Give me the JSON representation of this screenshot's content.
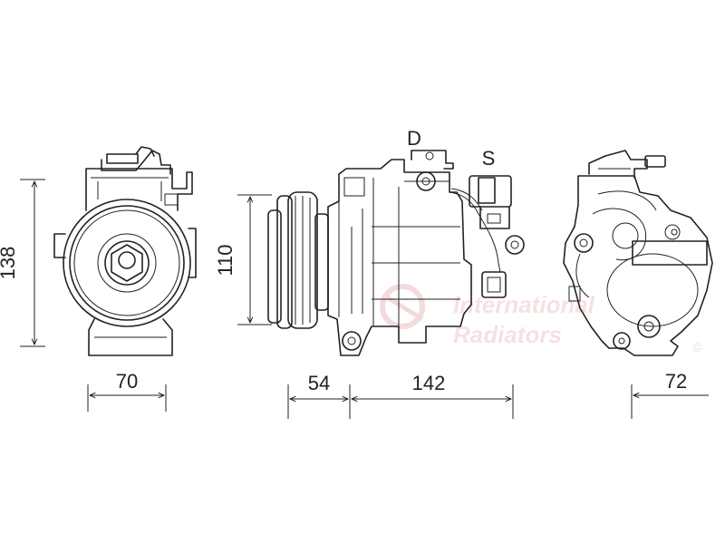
{
  "dimensions": {
    "front_height": "138",
    "front_width": "70",
    "side_height": "110",
    "pulley_length": "54",
    "body_length": "142",
    "rear_width": "72"
  },
  "ports": {
    "discharge": "D",
    "suction": "S"
  },
  "watermark": {
    "line1": "International",
    "line2": "Radiators",
    "mark": "©"
  }
}
